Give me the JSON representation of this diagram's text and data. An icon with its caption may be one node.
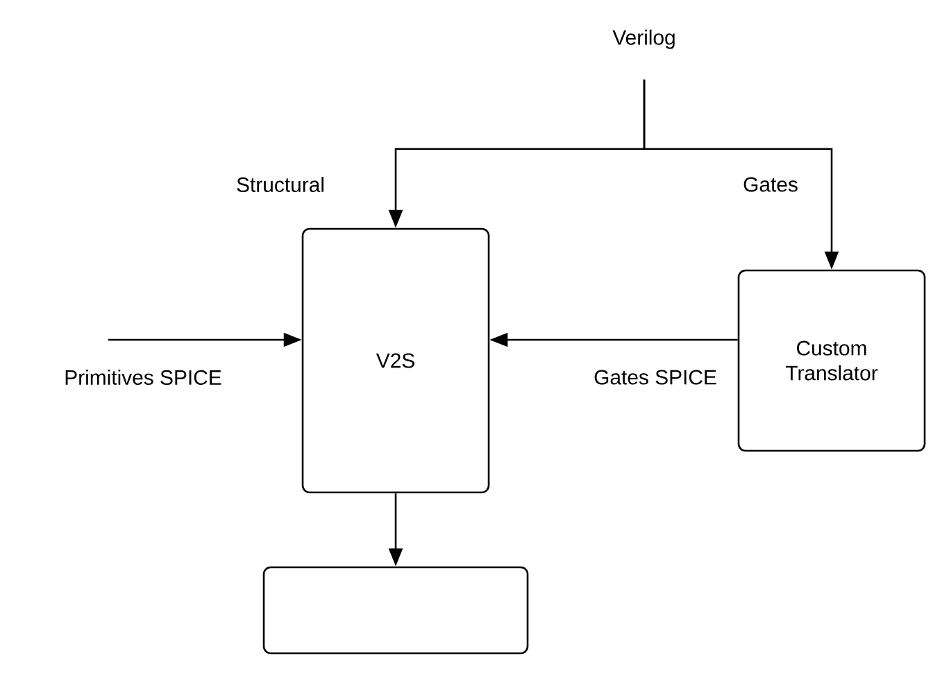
{
  "diagram": {
    "nodes": [
      {
        "text": [
          "Verilog"
        ]
      },
      {
        "text": [
          "V2S"
        ]
      },
      {
        "text": [
          "Custom Translator"
        ]
      },
      {
        "text": [],
        "shape": "box"
      }
    ],
    "edges": [
      {
        "from": 0,
        "to": 1,
        "arrow": "to",
        "label": "Structural"
      },
      {
        "from": 0,
        "to": 2,
        "arrow": "to",
        "label": "Gates"
      },
      {
        "from": null,
        "to": 1,
        "arrow": "to",
        "label": "Primitives SPICE"
      },
      {
        "from": 2,
        "to": 1,
        "arrow": "to",
        "label": "Gates SPICE"
      },
      {
        "from": 1,
        "to": 3,
        "arrow": "to"
      }
    ]
  }
}
